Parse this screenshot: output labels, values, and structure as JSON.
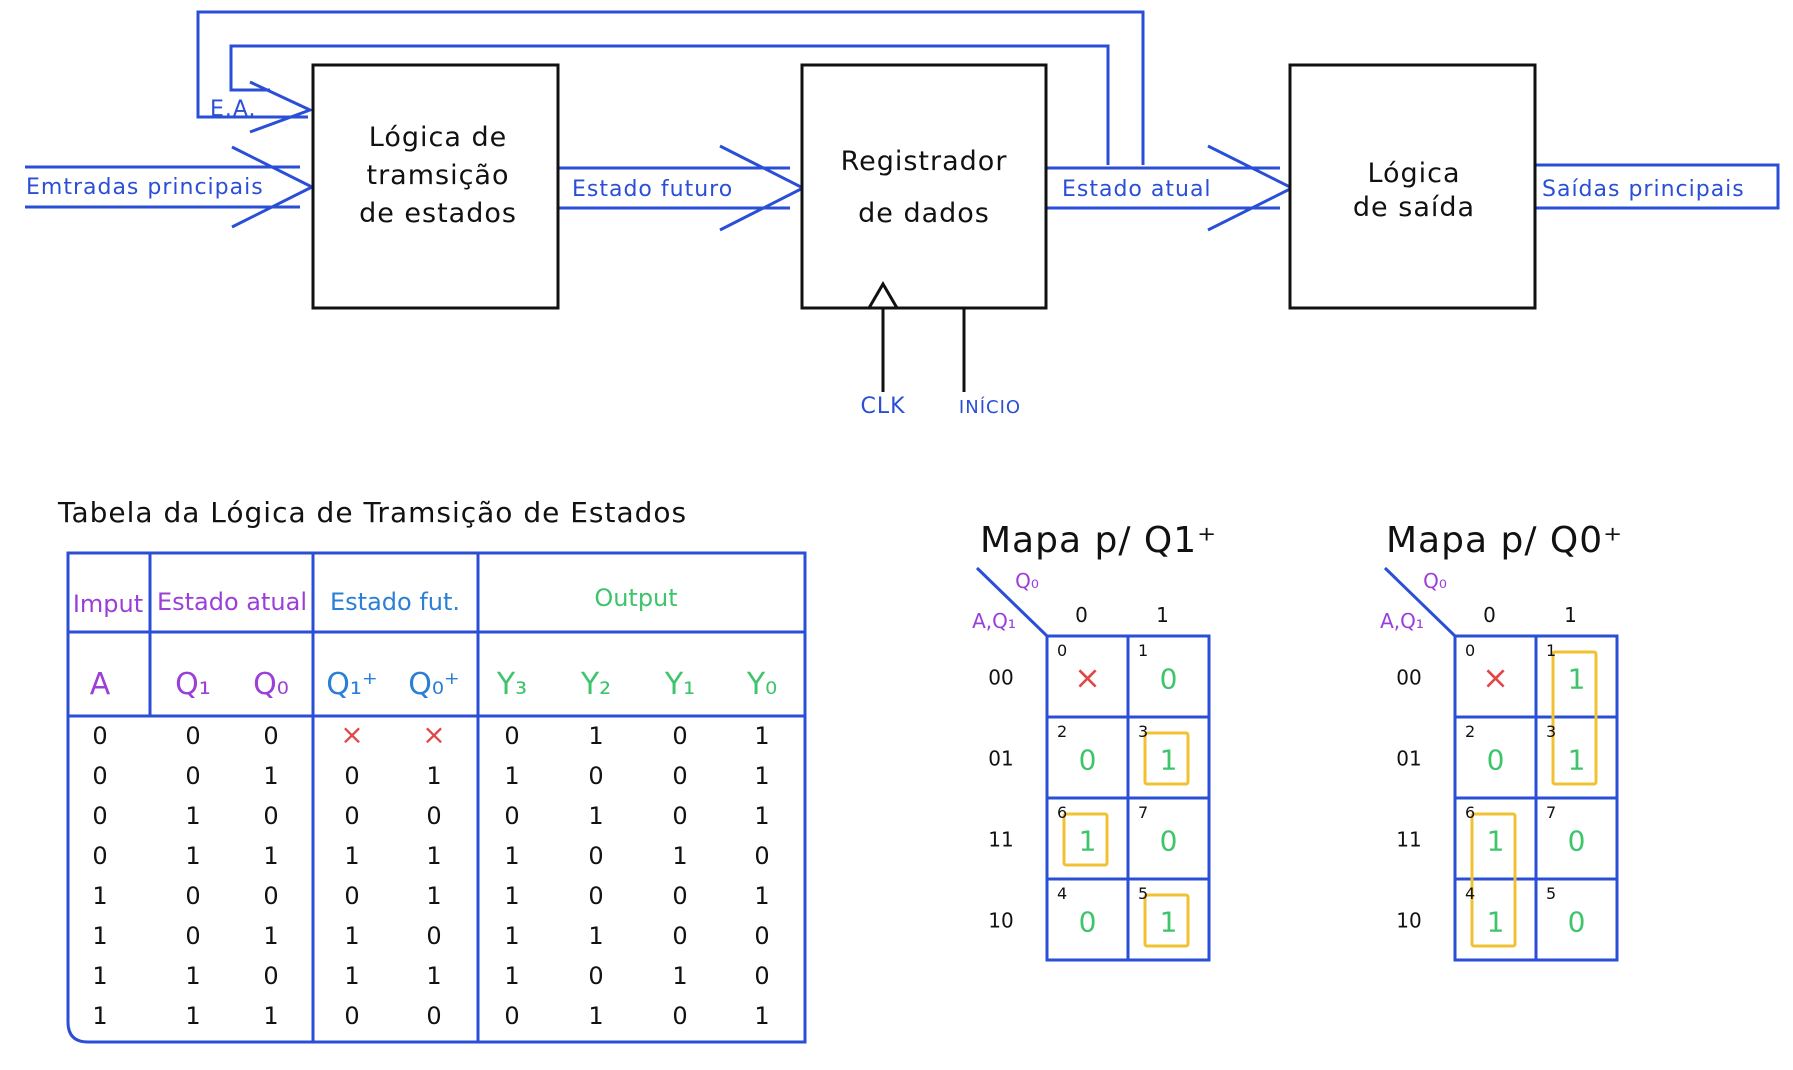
{
  "diagram": {
    "boxes": {
      "transition_logic": [
        "Lógica de",
        "tramsição",
        "de estados"
      ],
      "data_register": [
        "Registrador",
        "de dados"
      ],
      "output_logic": [
        "Lógica",
        "de saída"
      ]
    },
    "labels": {
      "ea": "E.A.",
      "main_inputs": "Emtradas principais",
      "next_state": "Estado futuro",
      "current_state": "Estado atual",
      "main_outputs": "Saídas principais",
      "clk": "CLK",
      "init": "INÍCIO"
    }
  },
  "table": {
    "title": "Tabela da Lógica de Tramsição de Estados",
    "group_headers": {
      "input": "Imput",
      "current": "Estado atual",
      "future": "Estado fut.",
      "output": "Output"
    },
    "col_headers": [
      "A",
      "Q₁",
      "Q₀",
      "Q₁⁺",
      "Q₀⁺",
      "Y₃",
      "Y₂",
      "Y₁",
      "Y₀"
    ],
    "rows": [
      [
        "0",
        "0",
        "0",
        "X",
        "X",
        "0",
        "1",
        "0",
        "1"
      ],
      [
        "0",
        "0",
        "1",
        "0",
        "1",
        "1",
        "0",
        "0",
        "1"
      ],
      [
        "0",
        "1",
        "0",
        "0",
        "0",
        "0",
        "1",
        "0",
        "1"
      ],
      [
        "0",
        "1",
        "1",
        "1",
        "1",
        "1",
        "0",
        "1",
        "0"
      ],
      [
        "1",
        "0",
        "0",
        "0",
        "1",
        "1",
        "0",
        "0",
        "1"
      ],
      [
        "1",
        "0",
        "1",
        "1",
        "0",
        "1",
        "1",
        "0",
        "0"
      ],
      [
        "1",
        "1",
        "0",
        "1",
        "1",
        "1",
        "0",
        "1",
        "0"
      ],
      [
        "1",
        "1",
        "1",
        "0",
        "0",
        "0",
        "1",
        "0",
        "1"
      ]
    ]
  },
  "kmaps": [
    {
      "title": "Mapa p/ Q1⁺",
      "col_var": "Q₀",
      "row_var": "A,Q₁",
      "col_labels": [
        "0",
        "1"
      ],
      "row_labels": [
        "00",
        "01",
        "11",
        "10"
      ],
      "indices": [
        [
          "0",
          "1"
        ],
        [
          "2",
          "3"
        ],
        [
          "6",
          "7"
        ],
        [
          "4",
          "5"
        ]
      ],
      "values": [
        [
          "X",
          "0"
        ],
        [
          "0",
          "1"
        ],
        [
          "1",
          "0"
        ],
        [
          "0",
          "1"
        ]
      ]
    },
    {
      "title": "Mapa p/ Q0⁺",
      "col_var": "Q₀",
      "row_var": "A,Q₁",
      "col_labels": [
        "0",
        "1"
      ],
      "row_labels": [
        "00",
        "01",
        "11",
        "10"
      ],
      "indices": [
        [
          "0",
          "1"
        ],
        [
          "2",
          "3"
        ],
        [
          "6",
          "7"
        ],
        [
          "4",
          "5"
        ]
      ],
      "values": [
        [
          "X",
          "1"
        ],
        [
          "0",
          "1"
        ],
        [
          "1",
          "0"
        ],
        [
          "1",
          "0"
        ]
      ]
    }
  ],
  "colors": {
    "blue": "#2a4fd6",
    "purple": "#9b3fd9",
    "green": "#3ec46b",
    "red": "#e04848",
    "yellow": "#f0c233"
  }
}
